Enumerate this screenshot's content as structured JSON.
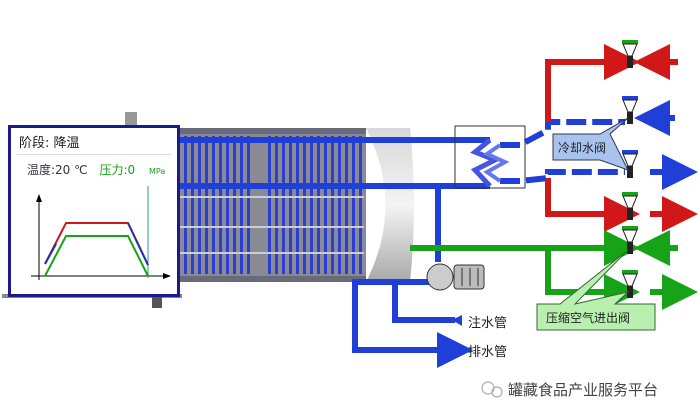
{
  "panel": {
    "stage_label": "阶段:",
    "stage_value": "降温",
    "temp_label": "温度:",
    "temp_value": "20 ℃",
    "pressure_label": "压力:0",
    "pressure_unit": "MPa"
  },
  "callouts": {
    "cooling_valve": "冷却水阀",
    "air_valve": "压缩空气进出阀"
  },
  "legend": {
    "inlet": "注水管",
    "outlet": "排水管"
  },
  "watermark": "罐藏食品产业服务平台",
  "colors": {
    "blue": "#1f3fd6",
    "red": "#d01818",
    "green": "#17a317",
    "panel_border": "#1a1a8c"
  }
}
